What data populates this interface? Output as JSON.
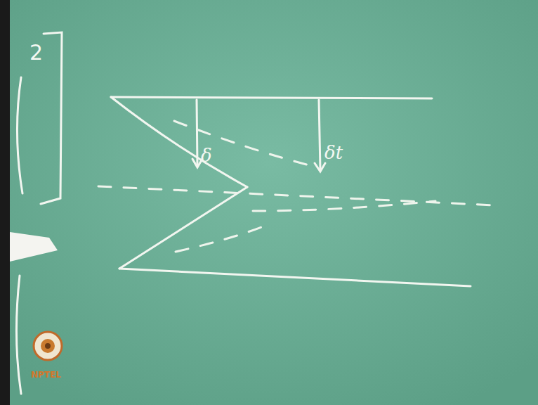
{
  "diagram": {
    "labels": [
      "2",
      "δ",
      "δt",
      "NPTEL"
    ]
  }
}
